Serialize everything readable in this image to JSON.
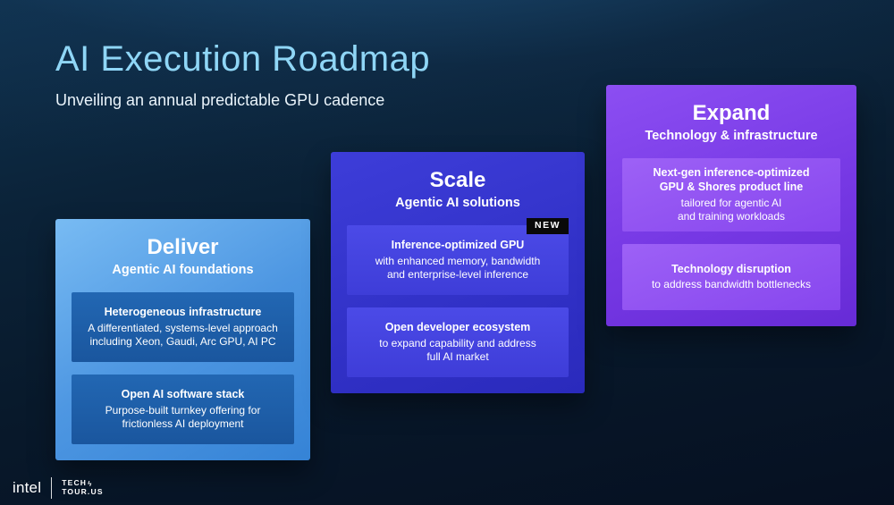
{
  "slide": {
    "title": "AI Execution Roadmap",
    "subtitle": "Unveiling an annual predictable GPU cadence"
  },
  "columns": [
    {
      "id": "deliver",
      "title": "Deliver",
      "subtitle": "Agentic AI foundations",
      "cards": [
        {
          "heading": "Heterogeneous infrastructure",
          "body": "A differentiated, systems-level approach\nincluding Xeon, Gaudi, Arc GPU, AI PC"
        },
        {
          "heading": "Open AI software stack",
          "body": "Purpose-built turnkey offering for\nfrictionless AI deployment"
        }
      ]
    },
    {
      "id": "scale",
      "title": "Scale",
      "subtitle": "Agentic AI solutions",
      "badge": "NEW",
      "cards": [
        {
          "heading": "Inference-optimized GPU",
          "body": "with enhanced memory, bandwidth\nand enterprise-level inference"
        },
        {
          "heading": "Open developer ecosystem",
          "body": "to expand capability and address\nfull AI market"
        }
      ]
    },
    {
      "id": "expand",
      "title": "Expand",
      "subtitle": "Technology & infrastructure",
      "cards": [
        {
          "heading": "Next-gen inference-optimized\nGPU & Shores product line",
          "body": "tailored for agentic AI\nand training workloads"
        },
        {
          "heading": "Technology disruption",
          "body": "to address bandwidth bottlenecks"
        }
      ]
    }
  ],
  "footer": {
    "intel": "intel",
    "tech_line1": "TECH",
    "spark": "ϟ",
    "tech_line2": "TOUR.US"
  },
  "colors": {
    "background_top": "#103350",
    "background_bottom": "#061021",
    "title_text": "#8fd6f6",
    "deliver_panel": "#4e97e2",
    "deliver_card": "#1e5fa9",
    "scale_panel": "#3535cd",
    "scale_card": "#4444e0",
    "expand_panel": "#7c3ce8",
    "expand_card": "#9254f2",
    "new_badge_bg": "#090909"
  }
}
